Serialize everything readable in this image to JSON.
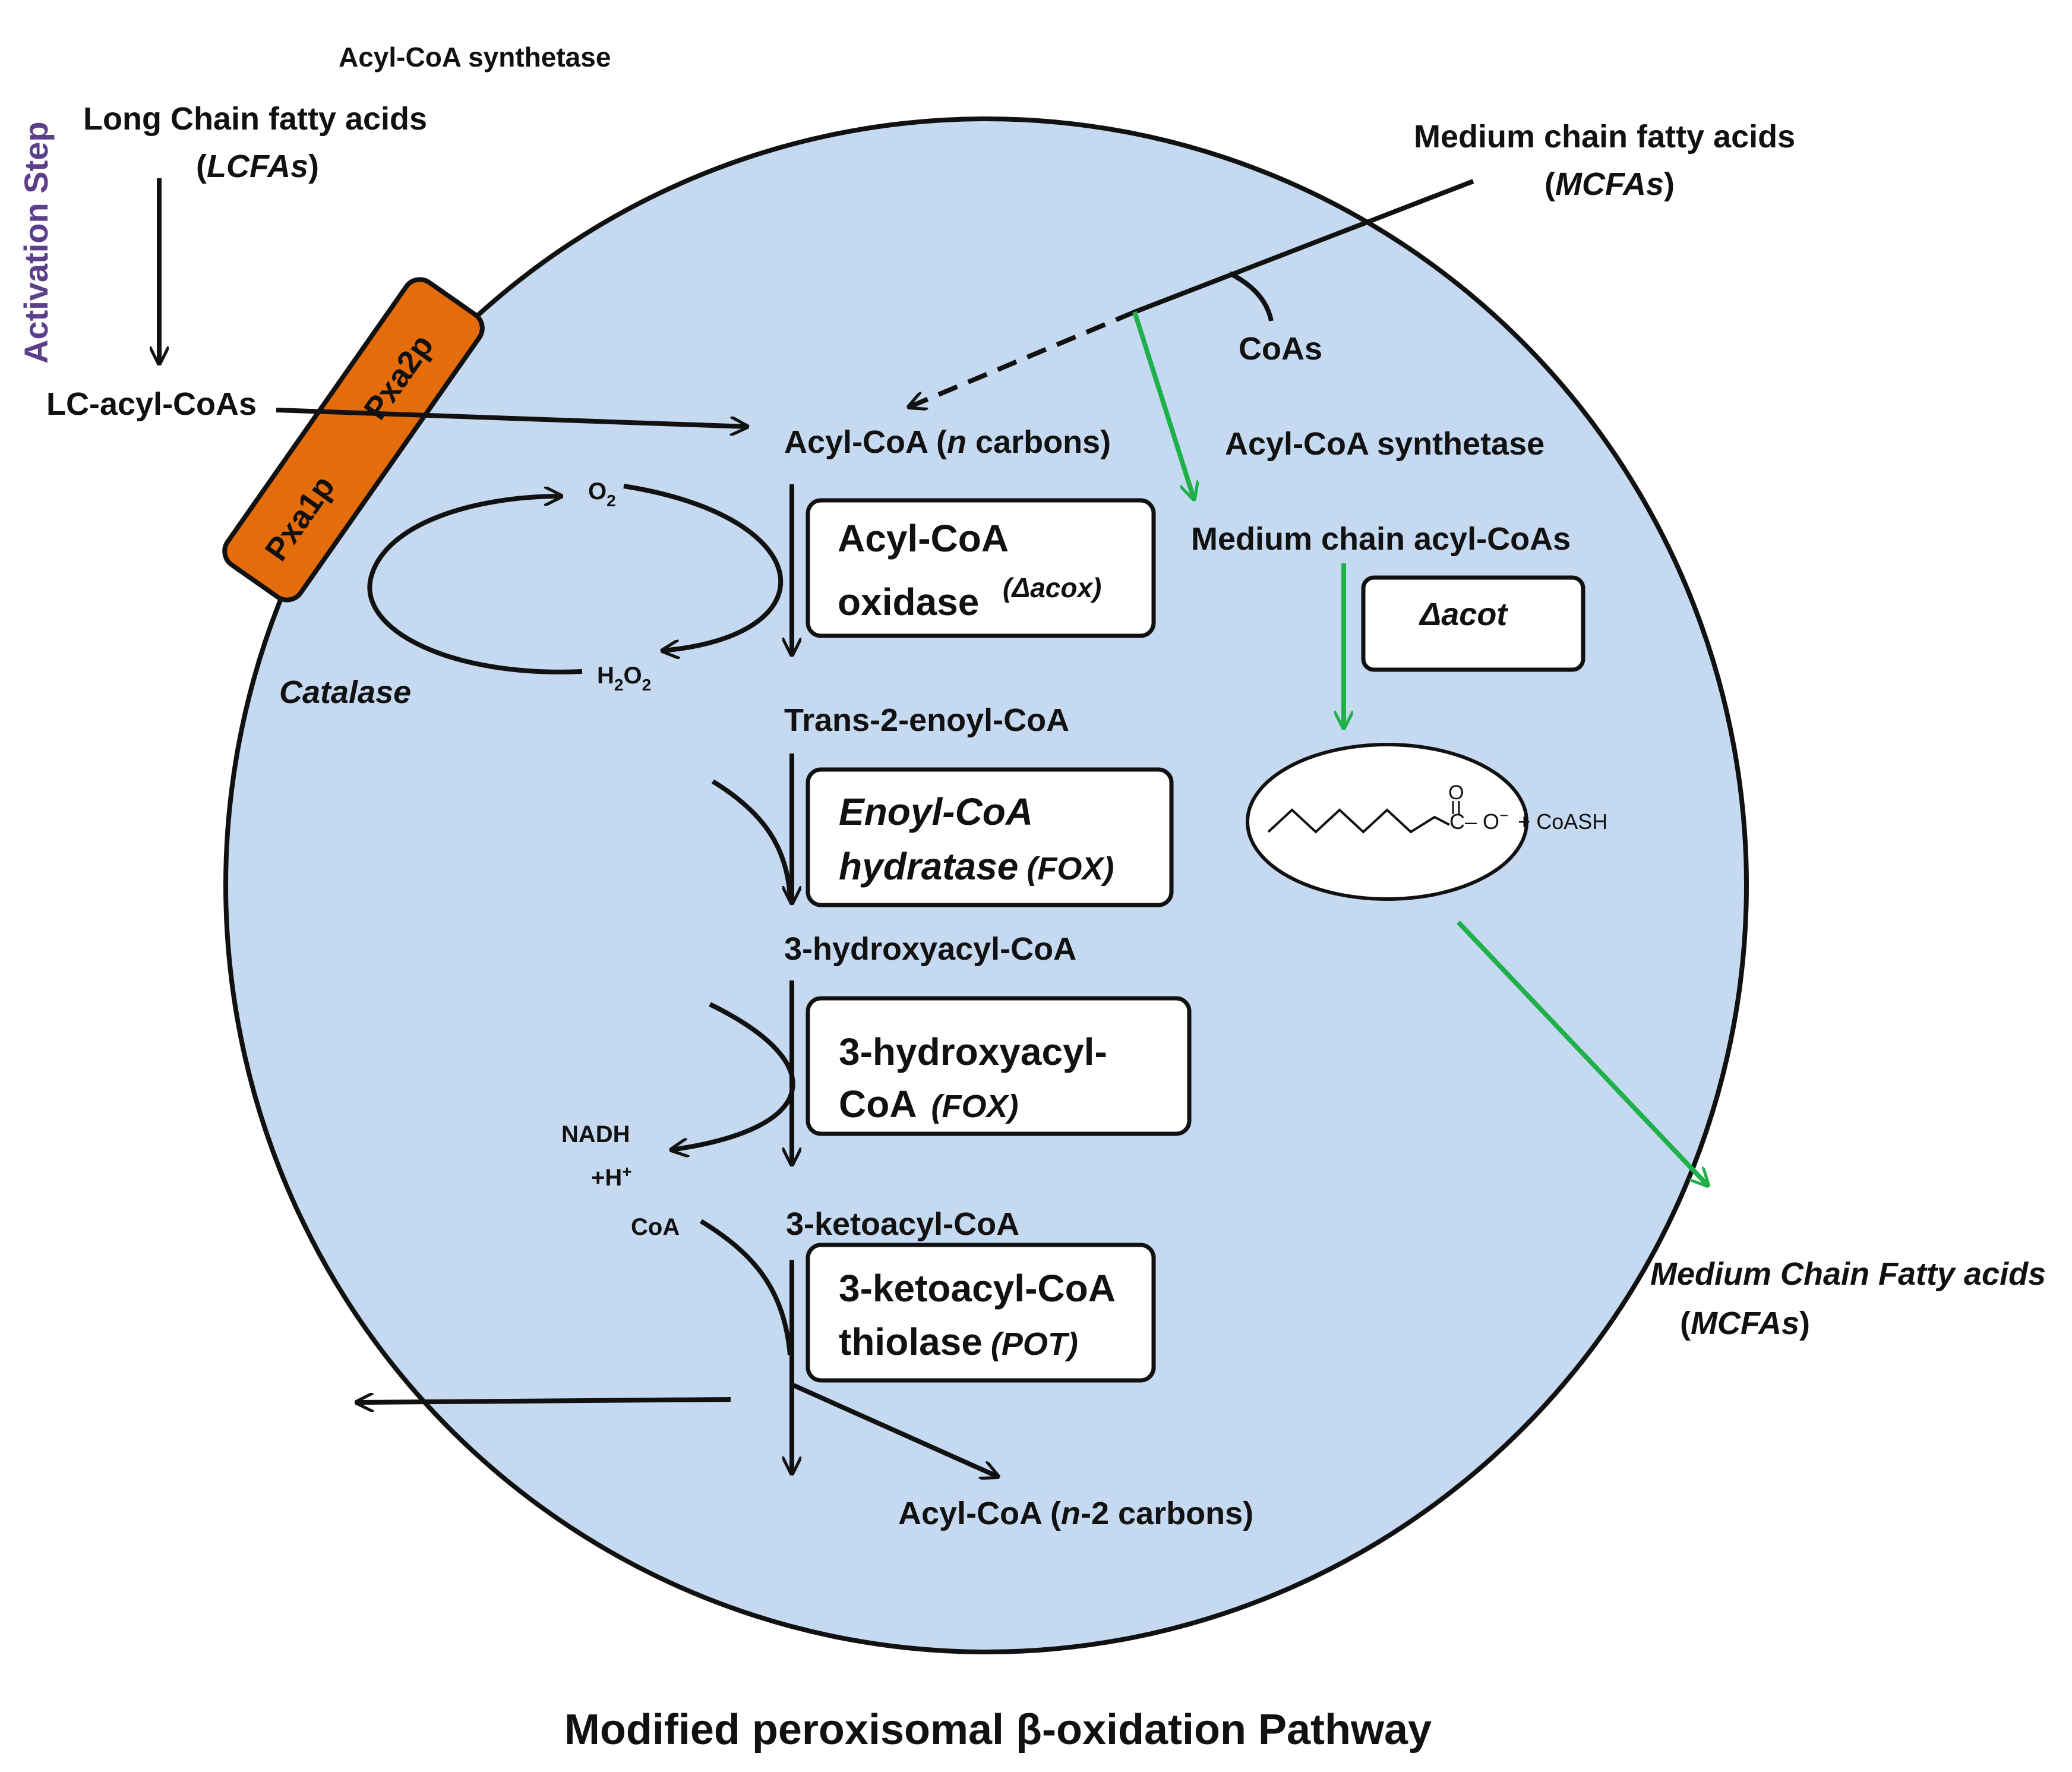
{
  "title": "Modified  peroxisomal β-oxidation Pathway",
  "activation_step": "Activation Step",
  "acyl_coa_synthetase_top": "Acyl-CoA synthetase",
  "lcfa": {
    "line1": "Long Chain fatty acids",
    "abbr": "LCFAs"
  },
  "lc_acyl_coas": "LC-acyl-CoAs",
  "transporter": {
    "top": "Pxa2p",
    "bottom": "Pxa1p"
  },
  "mcfa_in": {
    "line1": "Medium chain fatty acids",
    "abbr": "MCFAs"
  },
  "coas": "CoAs",
  "acyl_coa_synthetase_mid": "Acyl-CoA synthetase",
  "medium_chain_acyl_coas": "Medium chain acyl-CoAs",
  "acot": "Δacot",
  "structure": {
    "o_top": "O",
    "c_o": "C– O",
    "minus": "−",
    "coash": "+ CoASH"
  },
  "mcfa_out": {
    "line1": "Medium Chain Fatty acids",
    "abbr": "MCFAs"
  },
  "acyl_coa_n": {
    "prefix": "Acyl-CoA (",
    "n": "n",
    "suffix": " carbons)"
  },
  "o2": {
    "base": "O",
    "sub": "2"
  },
  "h2o2": {
    "h": "H",
    "sub1": "2",
    "o": "O",
    "sub2": "2"
  },
  "catalase": "Catalase",
  "enzyme_acox": {
    "line1": "Acyl-CoA",
    "line2": "oxidase",
    "gene": "(Δacox)"
  },
  "trans_enoyl": "Trans-2-enoyl-CoA",
  "enzyme_hydratase": {
    "line1": "Enoyl-CoA",
    "line2": "hydratase",
    "gene": "(FOX)"
  },
  "hydroxyacyl": "3-hydroxyacyl-CoA",
  "enzyme_dehydrogenase": {
    "line1": "3-hydroxyacyl-",
    "line2": "CoA",
    "gene": "(FOX)"
  },
  "nadh": {
    "line1": "NADH",
    "line2": "+H",
    "sup": "+"
  },
  "coa_small": "CoA",
  "ketoacyl": "3-ketoacyl-CoA",
  "enzyme_thiolase": {
    "line1": "3-ketoacyl-CoA",
    "line2": "thiolase",
    "gene": "(POT)"
  },
  "acyl_coa_n2": {
    "prefix": "Acyl-CoA (",
    "n": "n",
    "suffix": "-2 carbons)"
  },
  "colors": {
    "peroxisome": "#c5d9f0",
    "transporter": "#e46c0a",
    "green_arrow": "#1fb04a"
  }
}
